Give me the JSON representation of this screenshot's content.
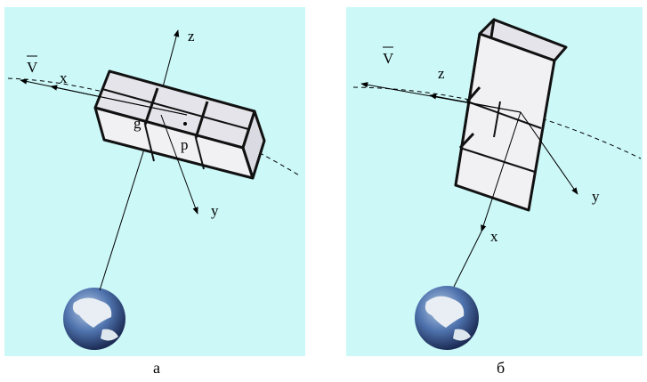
{
  "panel_a": {
    "caption": "а",
    "labels": {
      "velocity": "V",
      "x_axis": "x",
      "y_axis": "y",
      "z_axis": "z",
      "point_g": "g",
      "point_p": "p"
    }
  },
  "panel_b": {
    "caption": "б",
    "labels": {
      "velocity": "V",
      "x_axis": "x",
      "y_axis": "y",
      "z_axis": "z"
    }
  },
  "colors": {
    "sky": "#ccf8f8",
    "box_face": "#f1f1f4",
    "box_top": "#e4e4ea",
    "box_edge": "#111111",
    "ocean": "#3d5f9a"
  }
}
